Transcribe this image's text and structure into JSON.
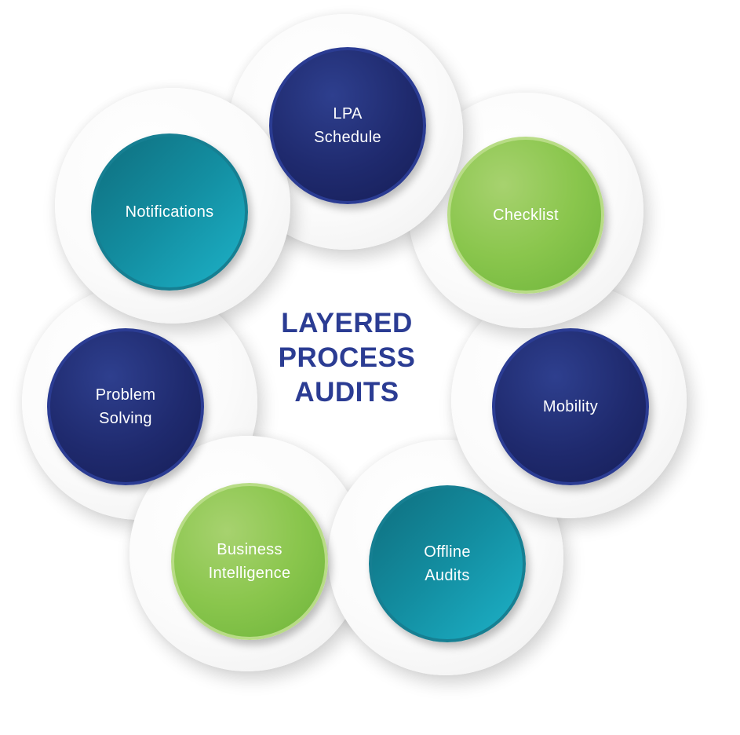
{
  "center": {
    "title_lines": [
      "LAYERED",
      "PROCESS",
      "AUDITS"
    ]
  },
  "nodes": [
    {
      "id": "lpa-schedule",
      "lines": [
        "LPA",
        "Schedule"
      ],
      "color": "navy"
    },
    {
      "id": "checklist",
      "lines": [
        "Checklist"
      ],
      "color": "green"
    },
    {
      "id": "mobility",
      "lines": [
        "Mobility"
      ],
      "color": "navy"
    },
    {
      "id": "offline-audits",
      "lines": [
        "Offline",
        "Audits"
      ],
      "color": "teal"
    },
    {
      "id": "business-intelligence",
      "lines": [
        "Business",
        "Intelligence"
      ],
      "color": "green"
    },
    {
      "id": "problem-solving",
      "lines": [
        "Problem",
        "Solving"
      ],
      "color": "navy"
    },
    {
      "id": "notifications",
      "lines": [
        "Notifications"
      ],
      "color": "teal"
    }
  ],
  "colors": {
    "navy": "#1f2a6e",
    "green": "#8ac64d",
    "teal": "#138ea1",
    "title": "#2b3c93"
  }
}
